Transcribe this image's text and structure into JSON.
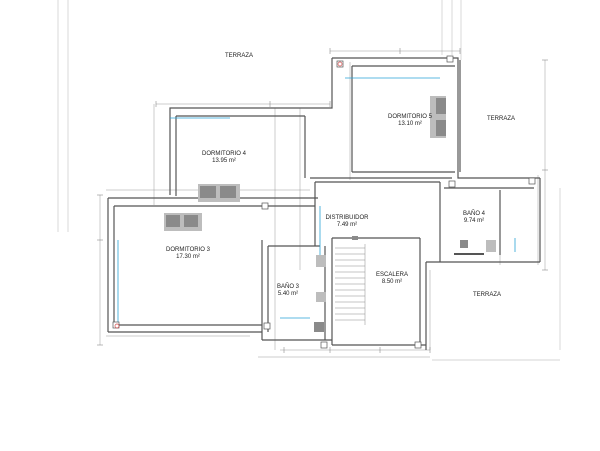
{
  "plan": {
    "rooms": [
      {
        "key": "terraza-nw",
        "name": "TERRAZA",
        "area": ""
      },
      {
        "key": "dormitorio-5",
        "name": "DORMITORIO 5",
        "area": "13.10 m²"
      },
      {
        "key": "terraza-ne",
        "name": "TERRAZA",
        "area": ""
      },
      {
        "key": "dormitorio-4",
        "name": "DORMITORIO 4",
        "area": "13.95 m²"
      },
      {
        "key": "distribuidor",
        "name": "DISTRIBUIDOR",
        "area": "7.49 m²"
      },
      {
        "key": "bano-4",
        "name": "BAÑO 4",
        "area": "9.74 m²"
      },
      {
        "key": "dormitorio-3",
        "name": "DORMITORIO 3",
        "area": "17.30 m²"
      },
      {
        "key": "escalera",
        "name": "ESCALERA",
        "area": "8.50 m²"
      },
      {
        "key": "bano-3",
        "name": "BAÑO 3",
        "area": "5.40 m²"
      },
      {
        "key": "terraza-se",
        "name": "TERRAZA",
        "area": ""
      }
    ],
    "colors": {
      "wall": "#555555",
      "dimension": "#9a9a9a",
      "furniture": "#8a8a8a",
      "furniture_light": "#bdbdbd",
      "water_line": "#29a3d6",
      "terrace_line": "#c8c8c8"
    }
  }
}
